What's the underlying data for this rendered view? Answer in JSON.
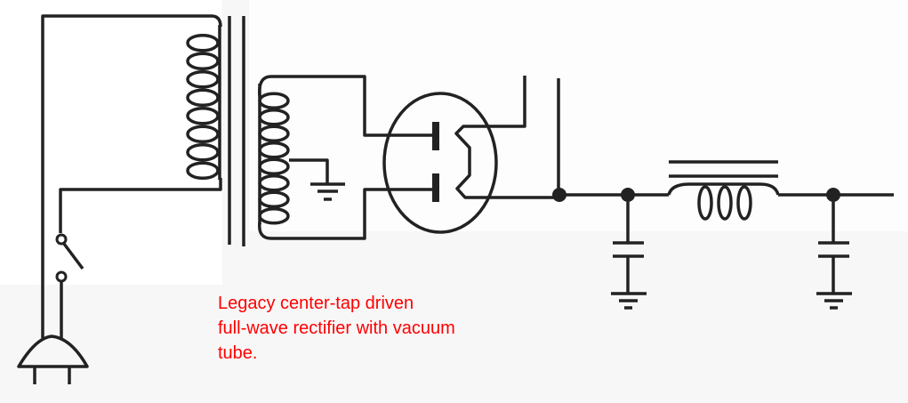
{
  "caption": {
    "line1": "Legacy center-tap driven",
    "line2": "full-wave rectifier with vacuum",
    "line3": "tube."
  },
  "colors": {
    "caption": "#ff0000",
    "wire": "#222222",
    "background": "#f8f7f8"
  }
}
